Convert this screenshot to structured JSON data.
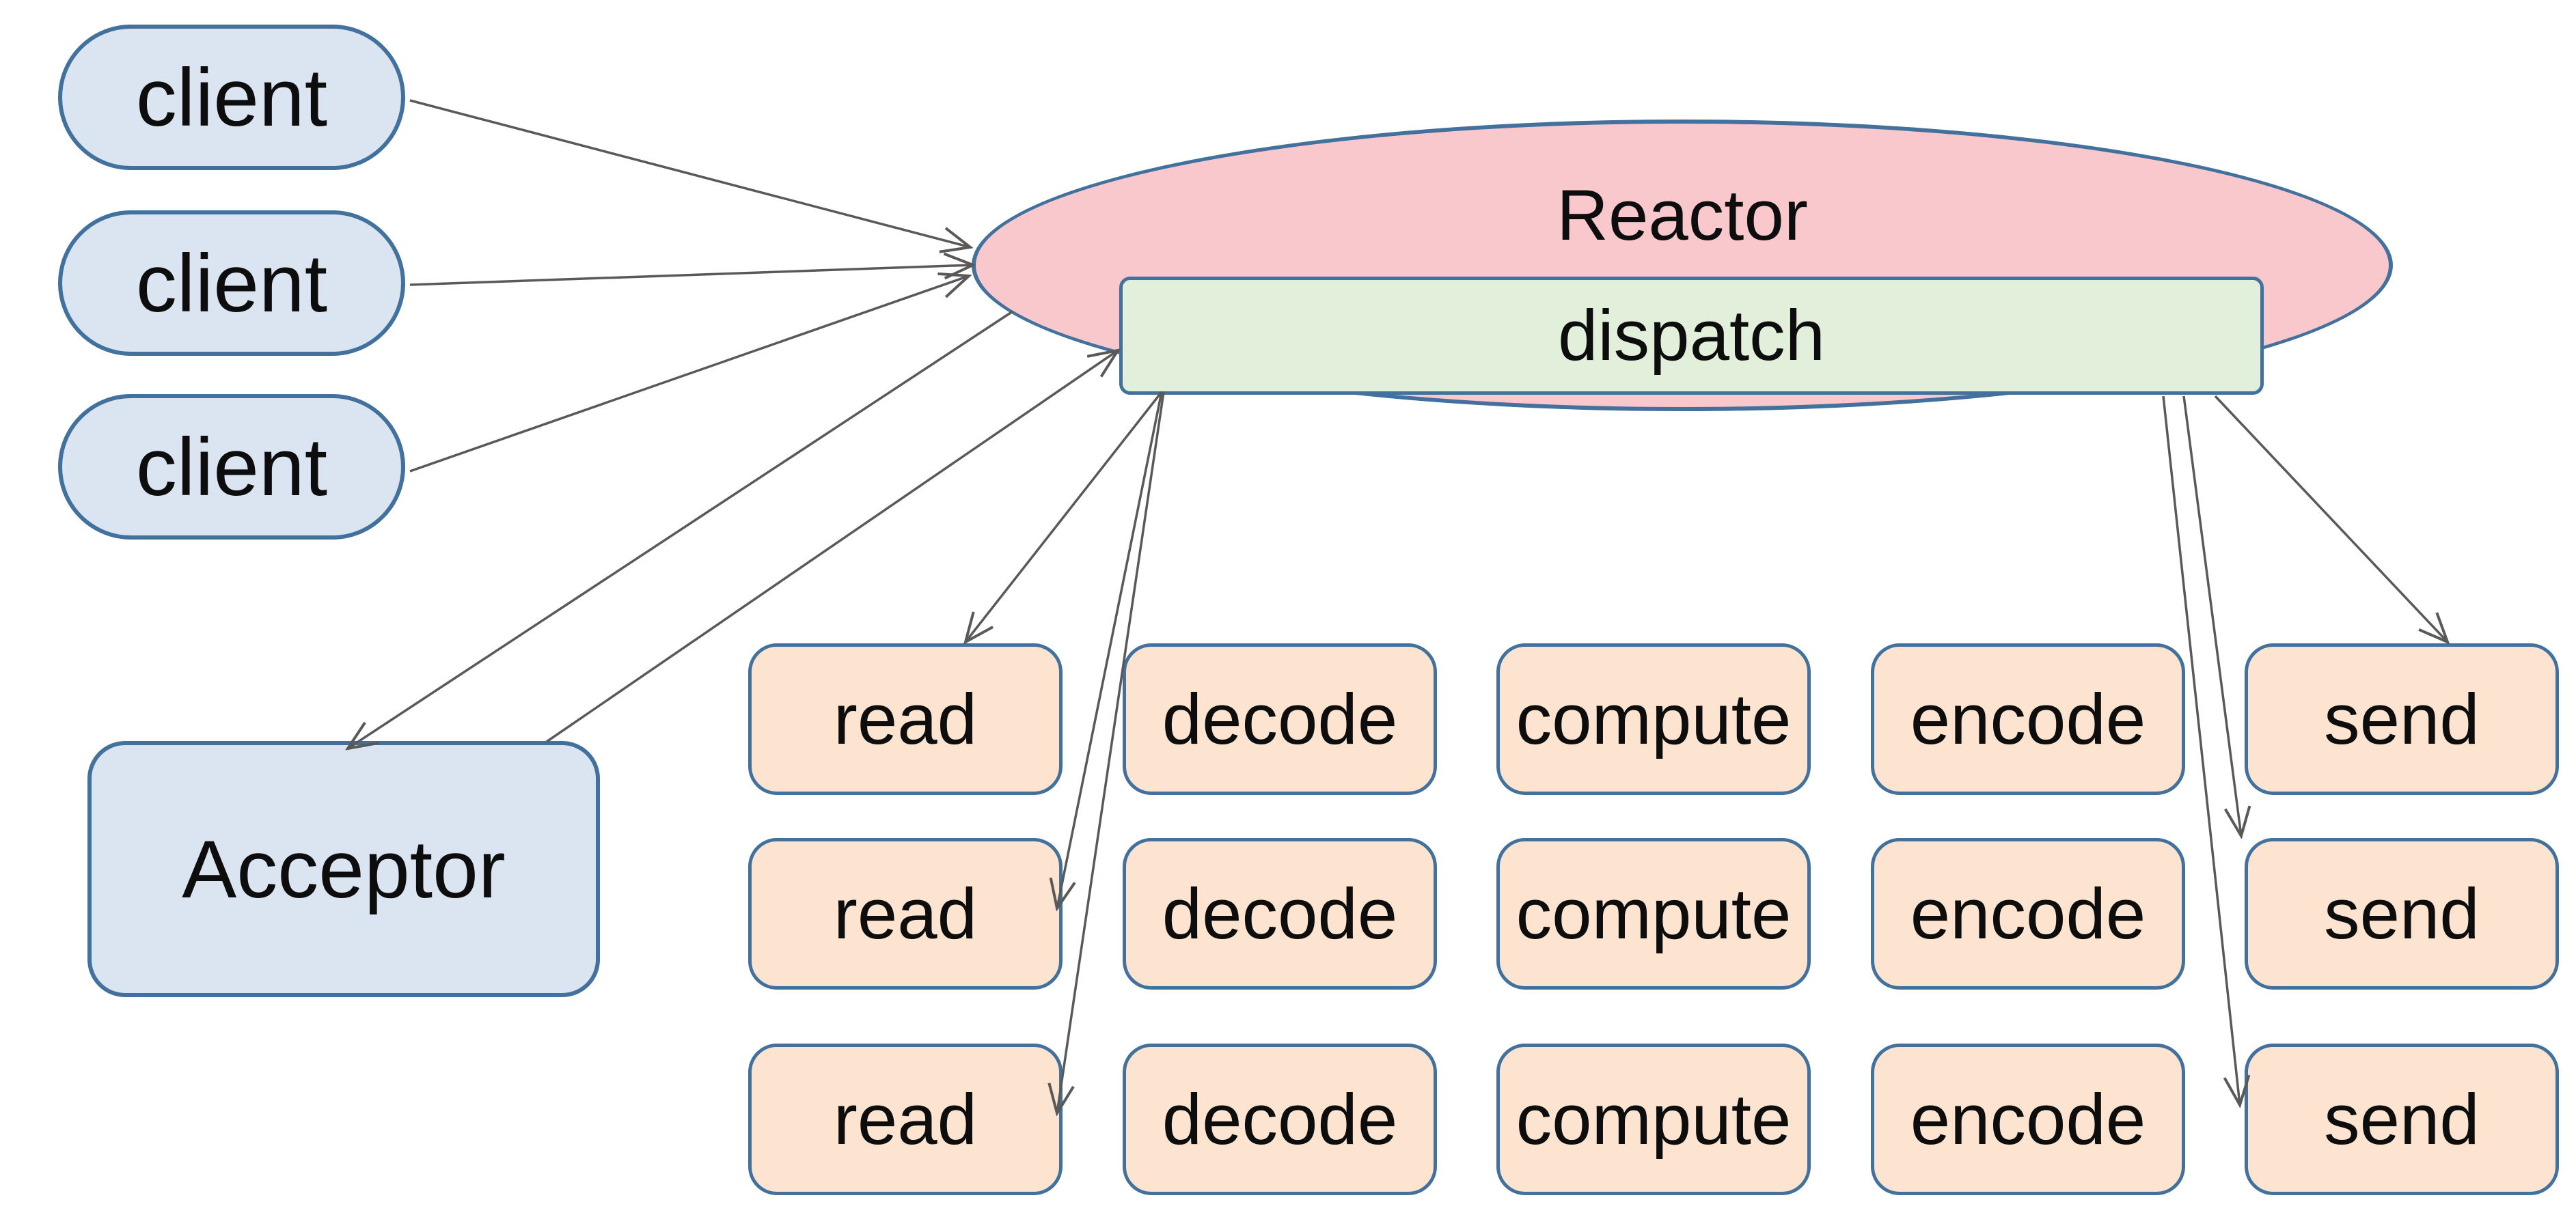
{
  "colors": {
    "background": "#ffffff",
    "node_border": "#41719c",
    "client_fill": "#dbe5f2",
    "acceptor_fill": "#dbe5f2",
    "reactor_fill": "#f9c8cc",
    "dispatch_fill": "#e2efda",
    "worker_fill": "#fce4d0",
    "arrow": "#595959",
    "text": "#0d0d0d"
  },
  "clients": [
    {
      "label": "client"
    },
    {
      "label": "client"
    },
    {
      "label": "client"
    }
  ],
  "acceptor": {
    "label": "Acceptor"
  },
  "reactor": {
    "label": "Reactor",
    "dispatch": {
      "label": "dispatch"
    }
  },
  "workers": {
    "rows": 3,
    "columns": [
      {
        "label": "read"
      },
      {
        "label": "decode"
      },
      {
        "label": "compute"
      },
      {
        "label": "encode"
      },
      {
        "label": "send"
      }
    ]
  }
}
